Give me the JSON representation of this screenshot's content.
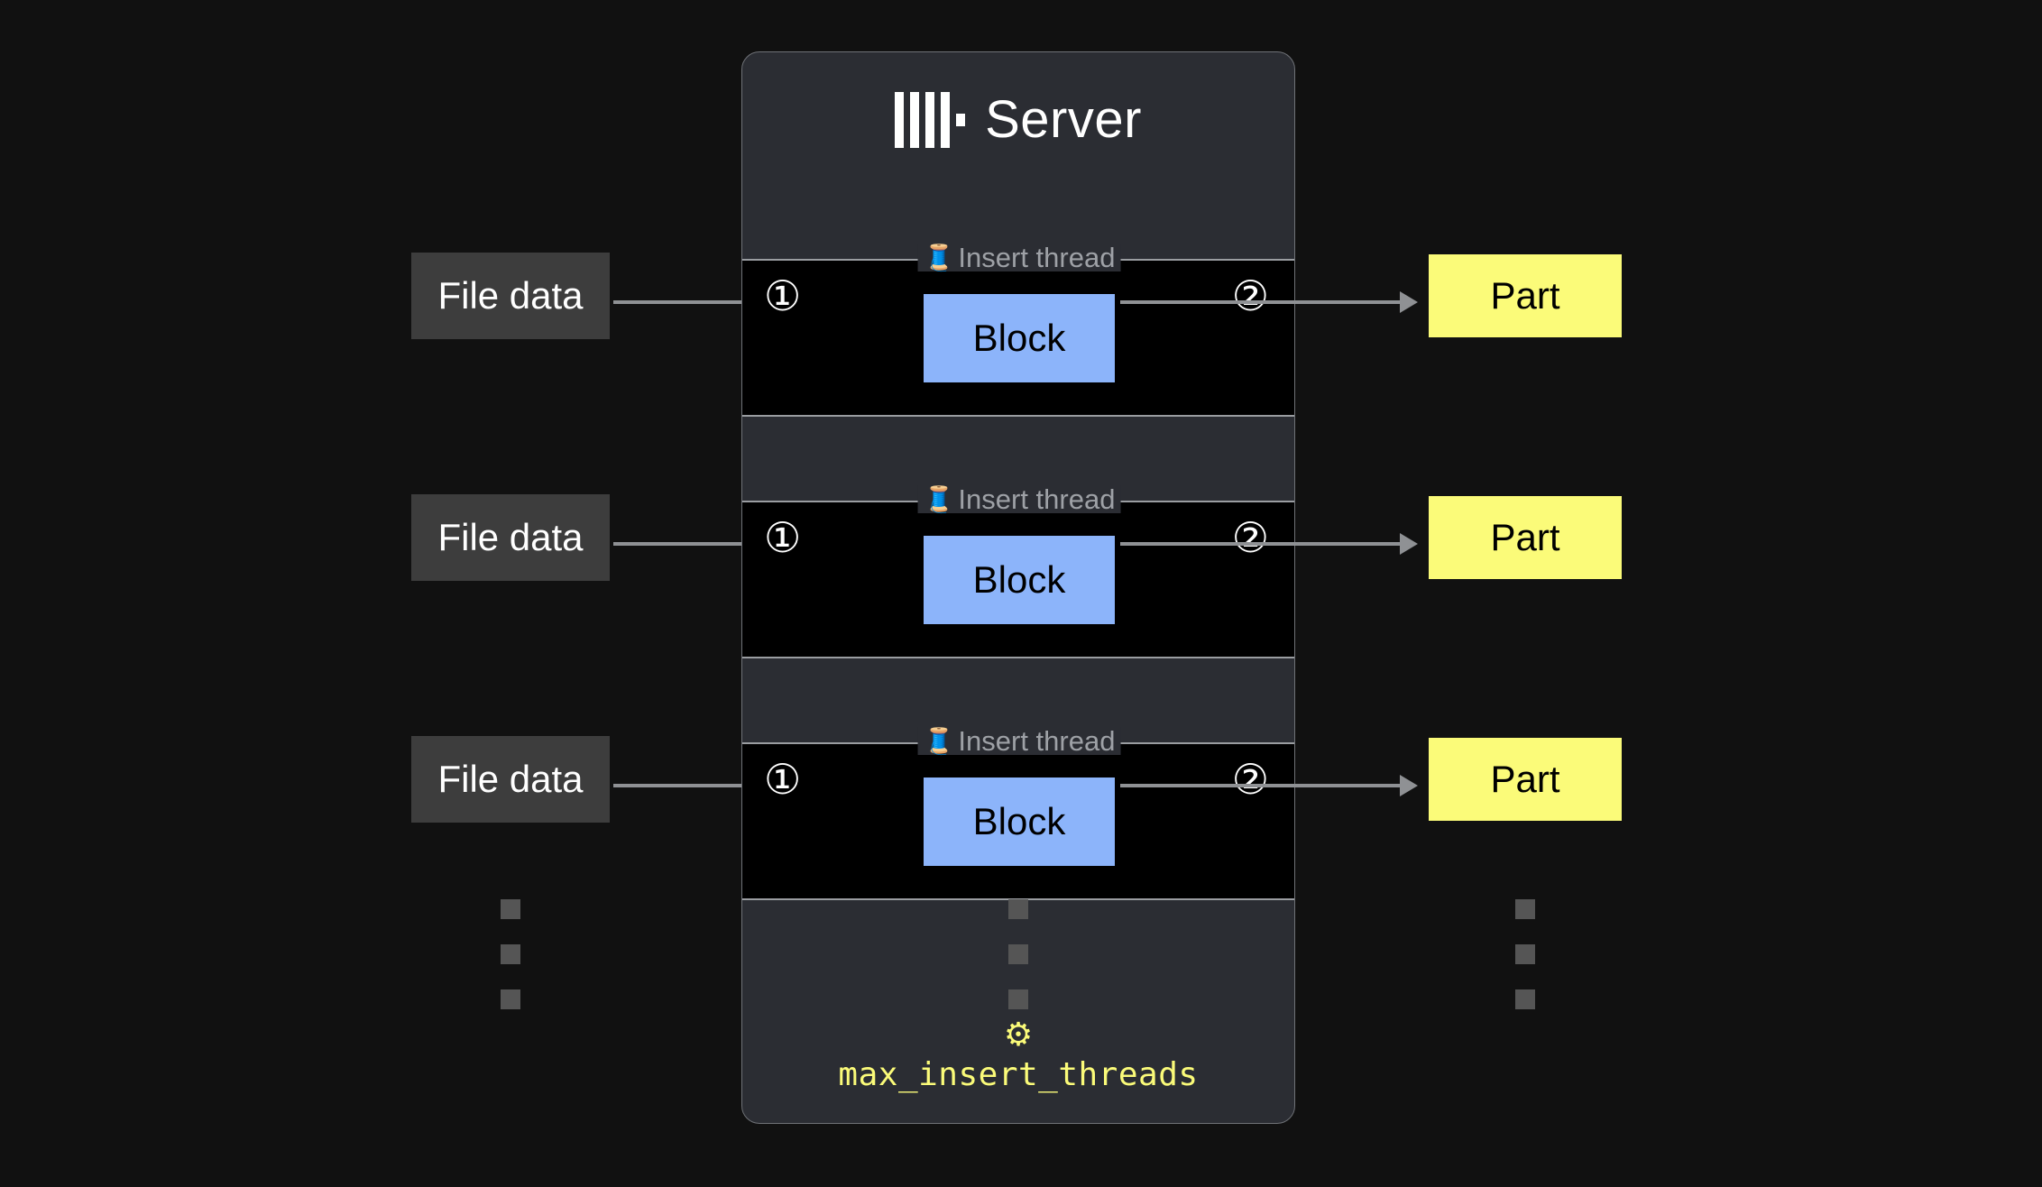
{
  "background_color": "#111111",
  "server": {
    "title": "Server",
    "logo_icon": "clickhouse-logo-icon",
    "card_color": "#2b2d33",
    "border_color": "#6f7277"
  },
  "threads": [
    {
      "legend_emoji": "🧵",
      "legend_label": "Insert thread",
      "step_in": "①",
      "step_out": "②",
      "block_label": "Block"
    },
    {
      "legend_emoji": "🧵",
      "legend_label": "Insert thread",
      "step_in": "①",
      "step_out": "②",
      "block_label": "Block"
    },
    {
      "legend_emoji": "🧵",
      "legend_label": "Insert thread",
      "step_in": "①",
      "step_out": "②",
      "block_label": "Block"
    }
  ],
  "inputs": [
    {
      "label": "File data"
    },
    {
      "label": "File data"
    },
    {
      "label": "File data"
    }
  ],
  "outputs": [
    {
      "label": "Part"
    },
    {
      "label": "Part"
    },
    {
      "label": "Part"
    }
  ],
  "setting": {
    "gear_icon": "⚙",
    "name": "max_insert_threads",
    "color": "#fbfb79"
  },
  "colors": {
    "block": "#8cb4fa",
    "part": "#fbfb79",
    "file_data": "#3d3d3d",
    "band": "#000000",
    "band_border": "#9a9da1",
    "arrow": "#8f9194",
    "legend_text": "#9ea1a6",
    "ellipsis_square": "#555555"
  }
}
